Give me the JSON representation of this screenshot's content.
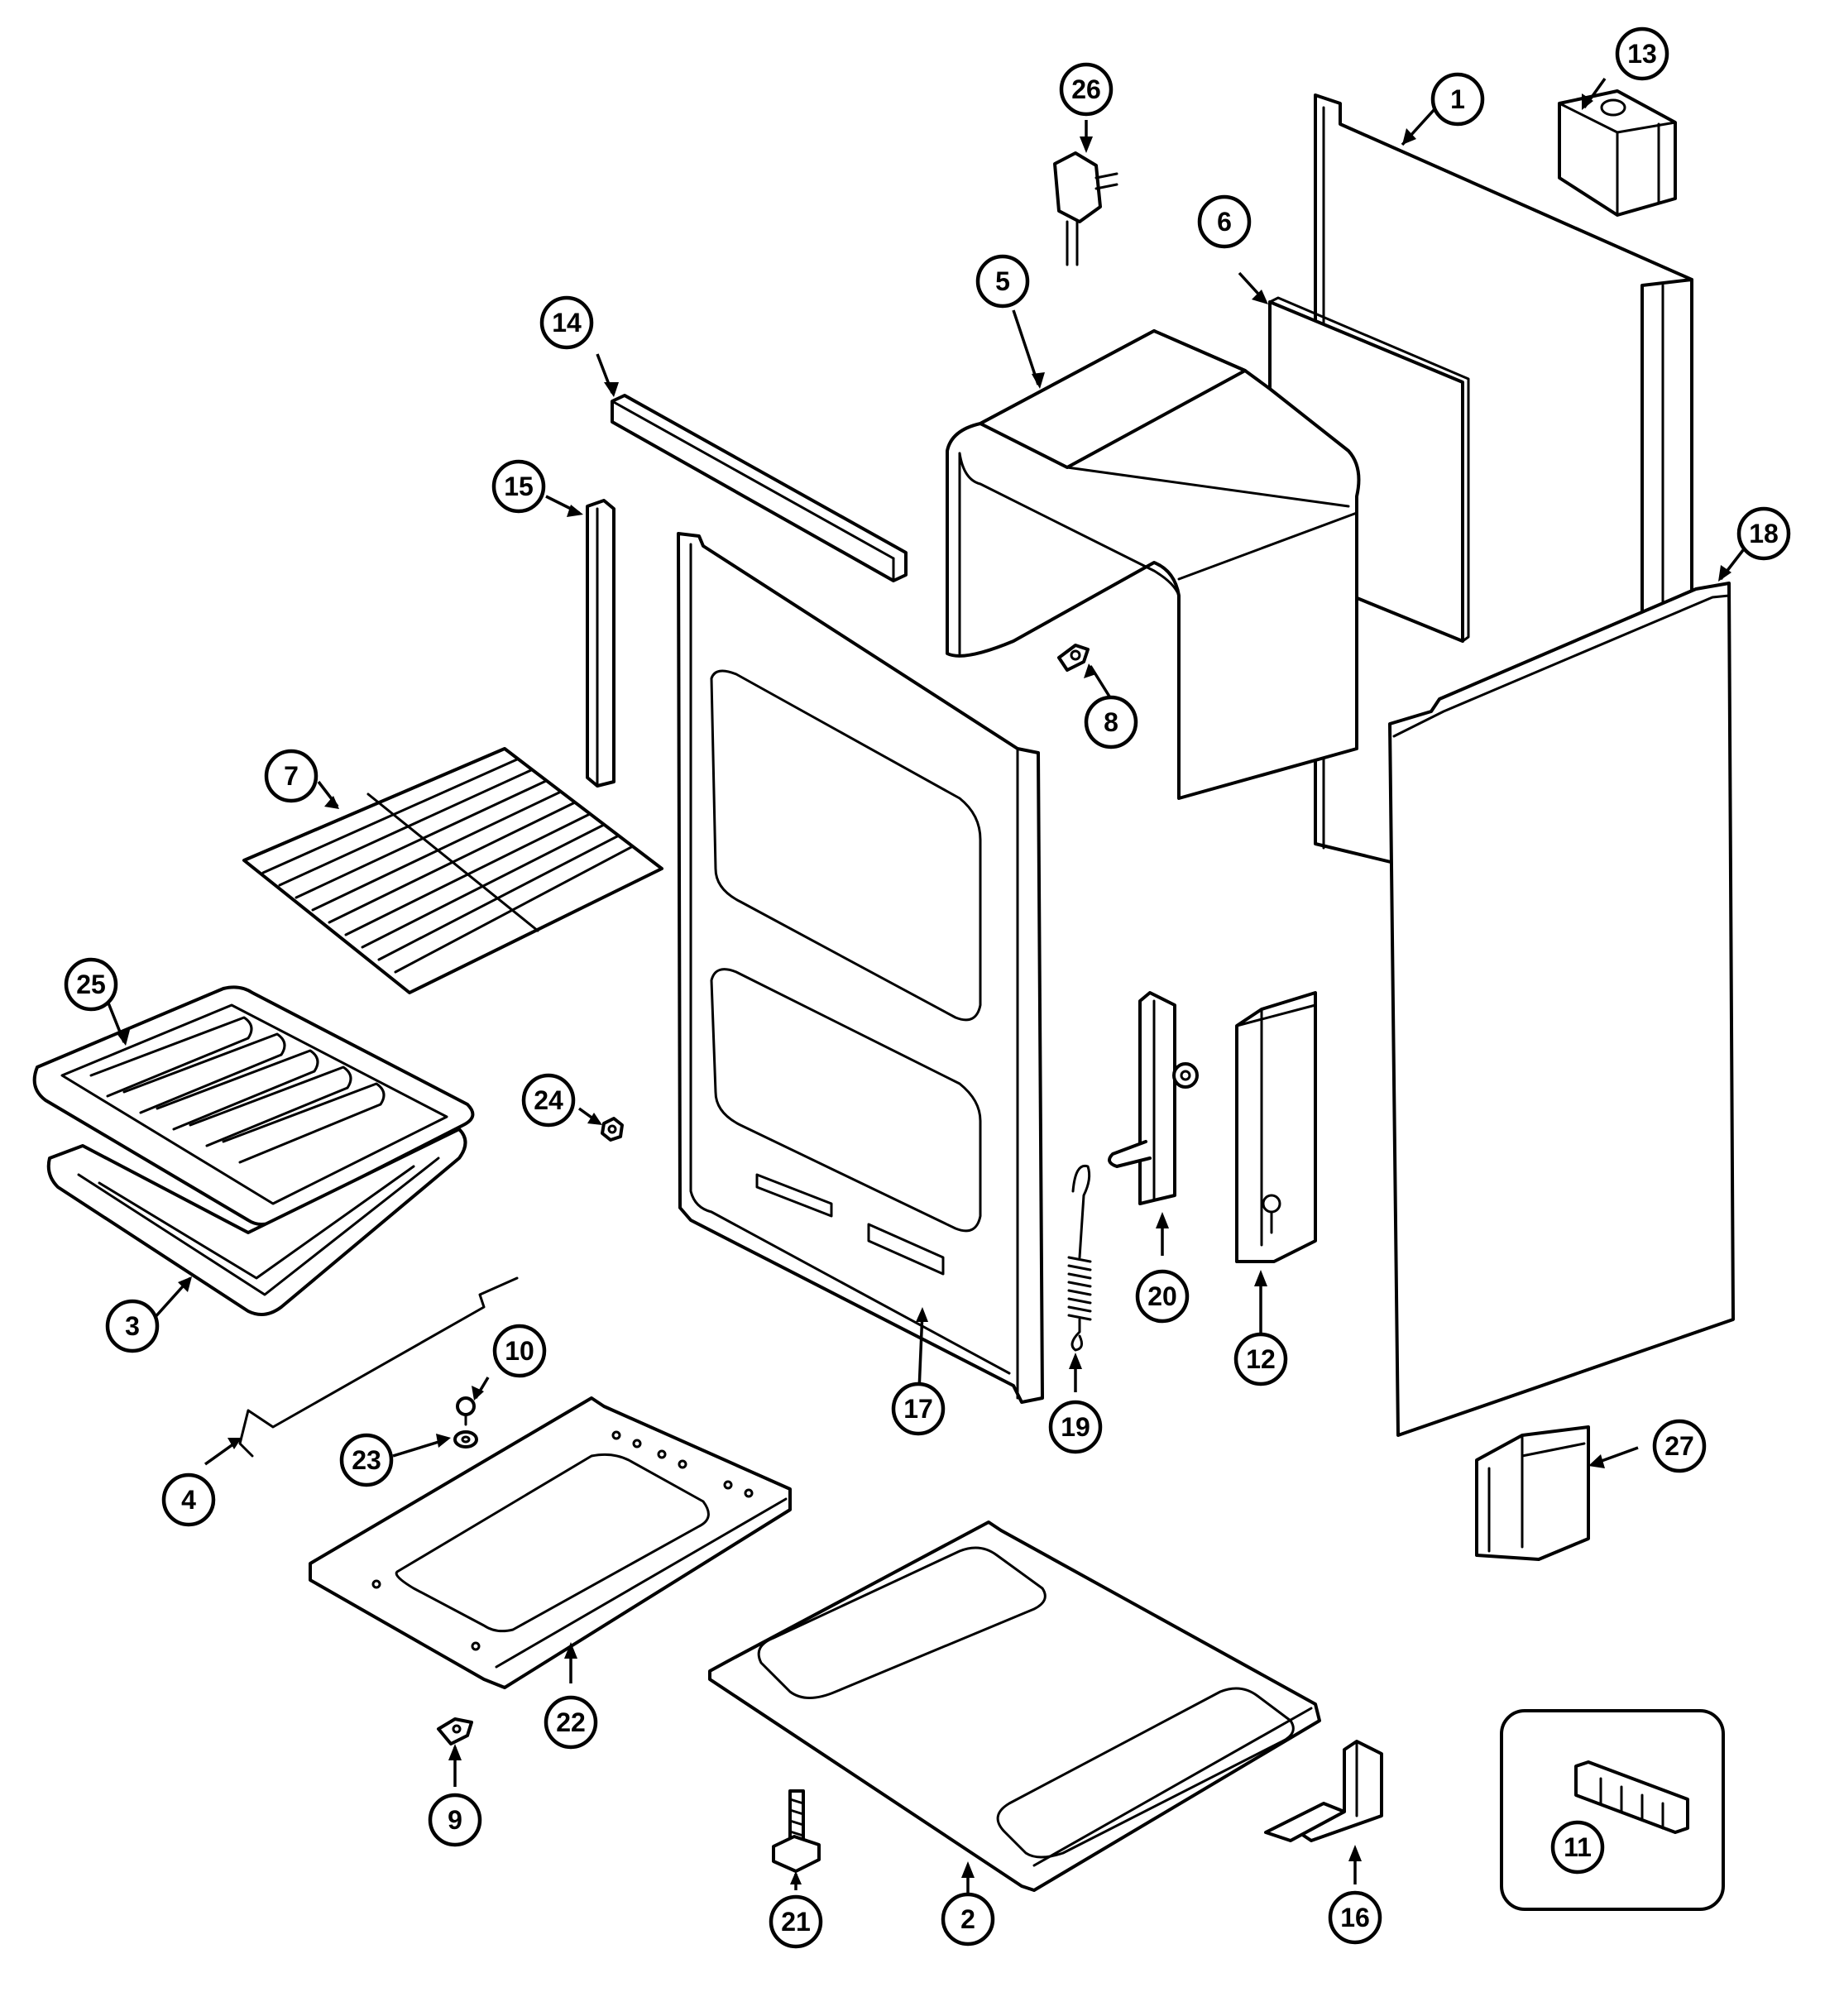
{
  "diagram": {
    "callouts": [
      {
        "label": "1",
        "part": "side-panel-right"
      },
      {
        "label": "2",
        "part": "bottom-panel"
      },
      {
        "label": "3",
        "part": "broil-pan"
      },
      {
        "label": "4",
        "part": "rod"
      },
      {
        "label": "5",
        "part": "oven-liner"
      },
      {
        "label": "6",
        "part": "rear-insulation"
      },
      {
        "label": "7",
        "part": "oven-rack"
      },
      {
        "label": "8",
        "part": "clip"
      },
      {
        "label": "9",
        "part": "clip"
      },
      {
        "label": "10",
        "part": "screw"
      },
      {
        "label": "11",
        "part": "terminal-block"
      },
      {
        "label": "12",
        "part": "hinge-receiver"
      },
      {
        "label": "13",
        "part": "bracket"
      },
      {
        "label": "14",
        "part": "insulation-strip"
      },
      {
        "label": "15",
        "part": "insulation-strip"
      },
      {
        "label": "16",
        "part": "anti-tip-bracket"
      },
      {
        "label": "17",
        "part": "front-frame"
      },
      {
        "label": "18",
        "part": "side-panel-left"
      },
      {
        "label": "19",
        "part": "hinge-spring"
      },
      {
        "label": "20",
        "part": "hinge"
      },
      {
        "label": "21",
        "part": "leveling-leg"
      },
      {
        "label": "22",
        "part": "drawer-support"
      },
      {
        "label": "23",
        "part": "nut"
      },
      {
        "label": "24",
        "part": "nut"
      },
      {
        "label": "25",
        "part": "broil-pan-insert"
      },
      {
        "label": "26",
        "part": "power-cord"
      },
      {
        "label": "27",
        "part": "bracket"
      }
    ]
  }
}
